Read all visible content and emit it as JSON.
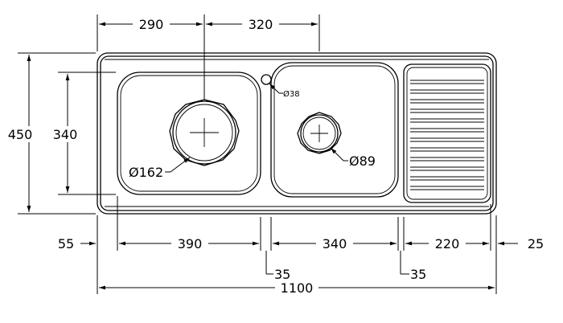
{
  "dimensions": {
    "top_left": "290",
    "top_mid": "320",
    "height_total": "450",
    "height_inner": "340",
    "bottom_55": "55",
    "bottom_390": "390",
    "bottom_340": "340",
    "bottom_220": "220",
    "bottom_25": "25",
    "gap_left": "35",
    "gap_right": "35",
    "total_width": "1100",
    "hole_d38": "Ø38",
    "drain_d162": "Ø162",
    "drain_d89": "Ø89"
  },
  "colors": {
    "ink": "#000000",
    "paper": "#ffffff"
  }
}
